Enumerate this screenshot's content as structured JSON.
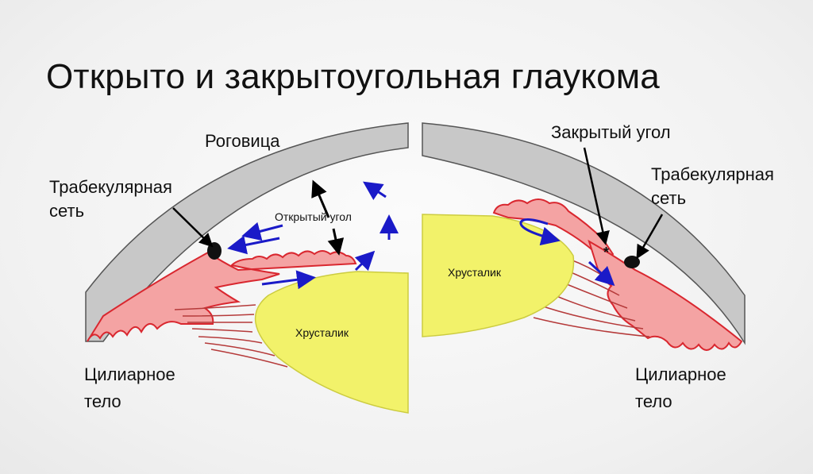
{
  "title": "Открыто и закрытоугольная глаукома",
  "left_eye": {
    "cornea": "Роговица",
    "trabecular_line1": "Трабекулярная",
    "trabecular_line2": "сеть",
    "angle": "Открытый угол",
    "lens": "Хрусталик",
    "ciliary_line1": "Цилиарное",
    "ciliary_line2": "тело"
  },
  "right_eye": {
    "angle": "Закрытый угол",
    "trabecular_line1": "Трабекулярная",
    "trabecular_line2": "сеть",
    "lens": "Хрусталик",
    "ciliary_line1": "Цилиарное",
    "ciliary_line2": "тело",
    "marker": "*"
  },
  "colors": {
    "cornea": "#c8c8c8",
    "iris": "#f4a3a3",
    "iris_stroke": "#d9272f",
    "lens": "#f2f26a",
    "flow_arrow": "#1a1ac8",
    "pointer": "#000000"
  }
}
